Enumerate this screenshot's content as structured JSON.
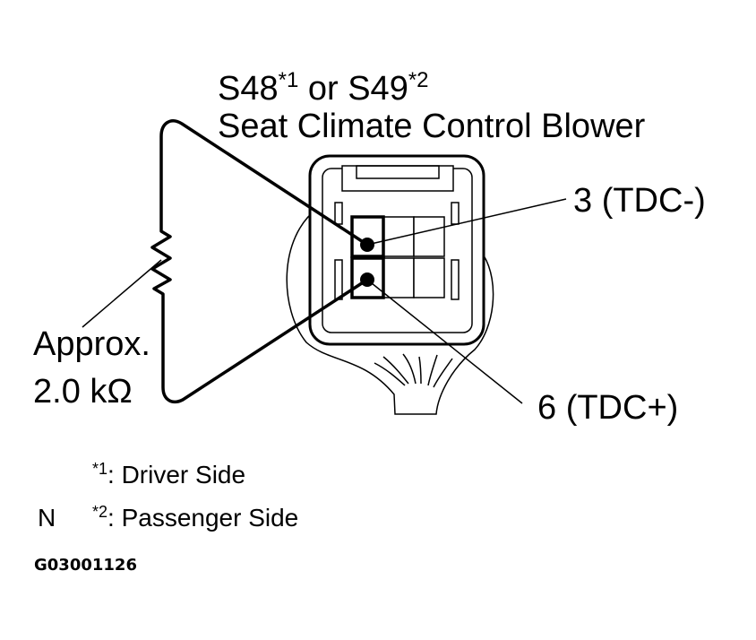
{
  "title": {
    "part1": "S48",
    "sup1": "*1",
    "mid": " or S49",
    "sup2": "*2",
    "line2": "Seat Climate Control Blower"
  },
  "terminals": {
    "t3": "3  (TDC-)",
    "t6": "6 (TDC+)"
  },
  "resistance": {
    "line1": "Approx.",
    "line2": "2.0 kΩ"
  },
  "notes": [
    {
      "sup": "*1",
      "text": ": Driver Side"
    },
    {
      "sup": "*2",
      "text": ": Passenger Side"
    }
  ],
  "notes_prefix": "N",
  "figure_id": "G03001126"
}
